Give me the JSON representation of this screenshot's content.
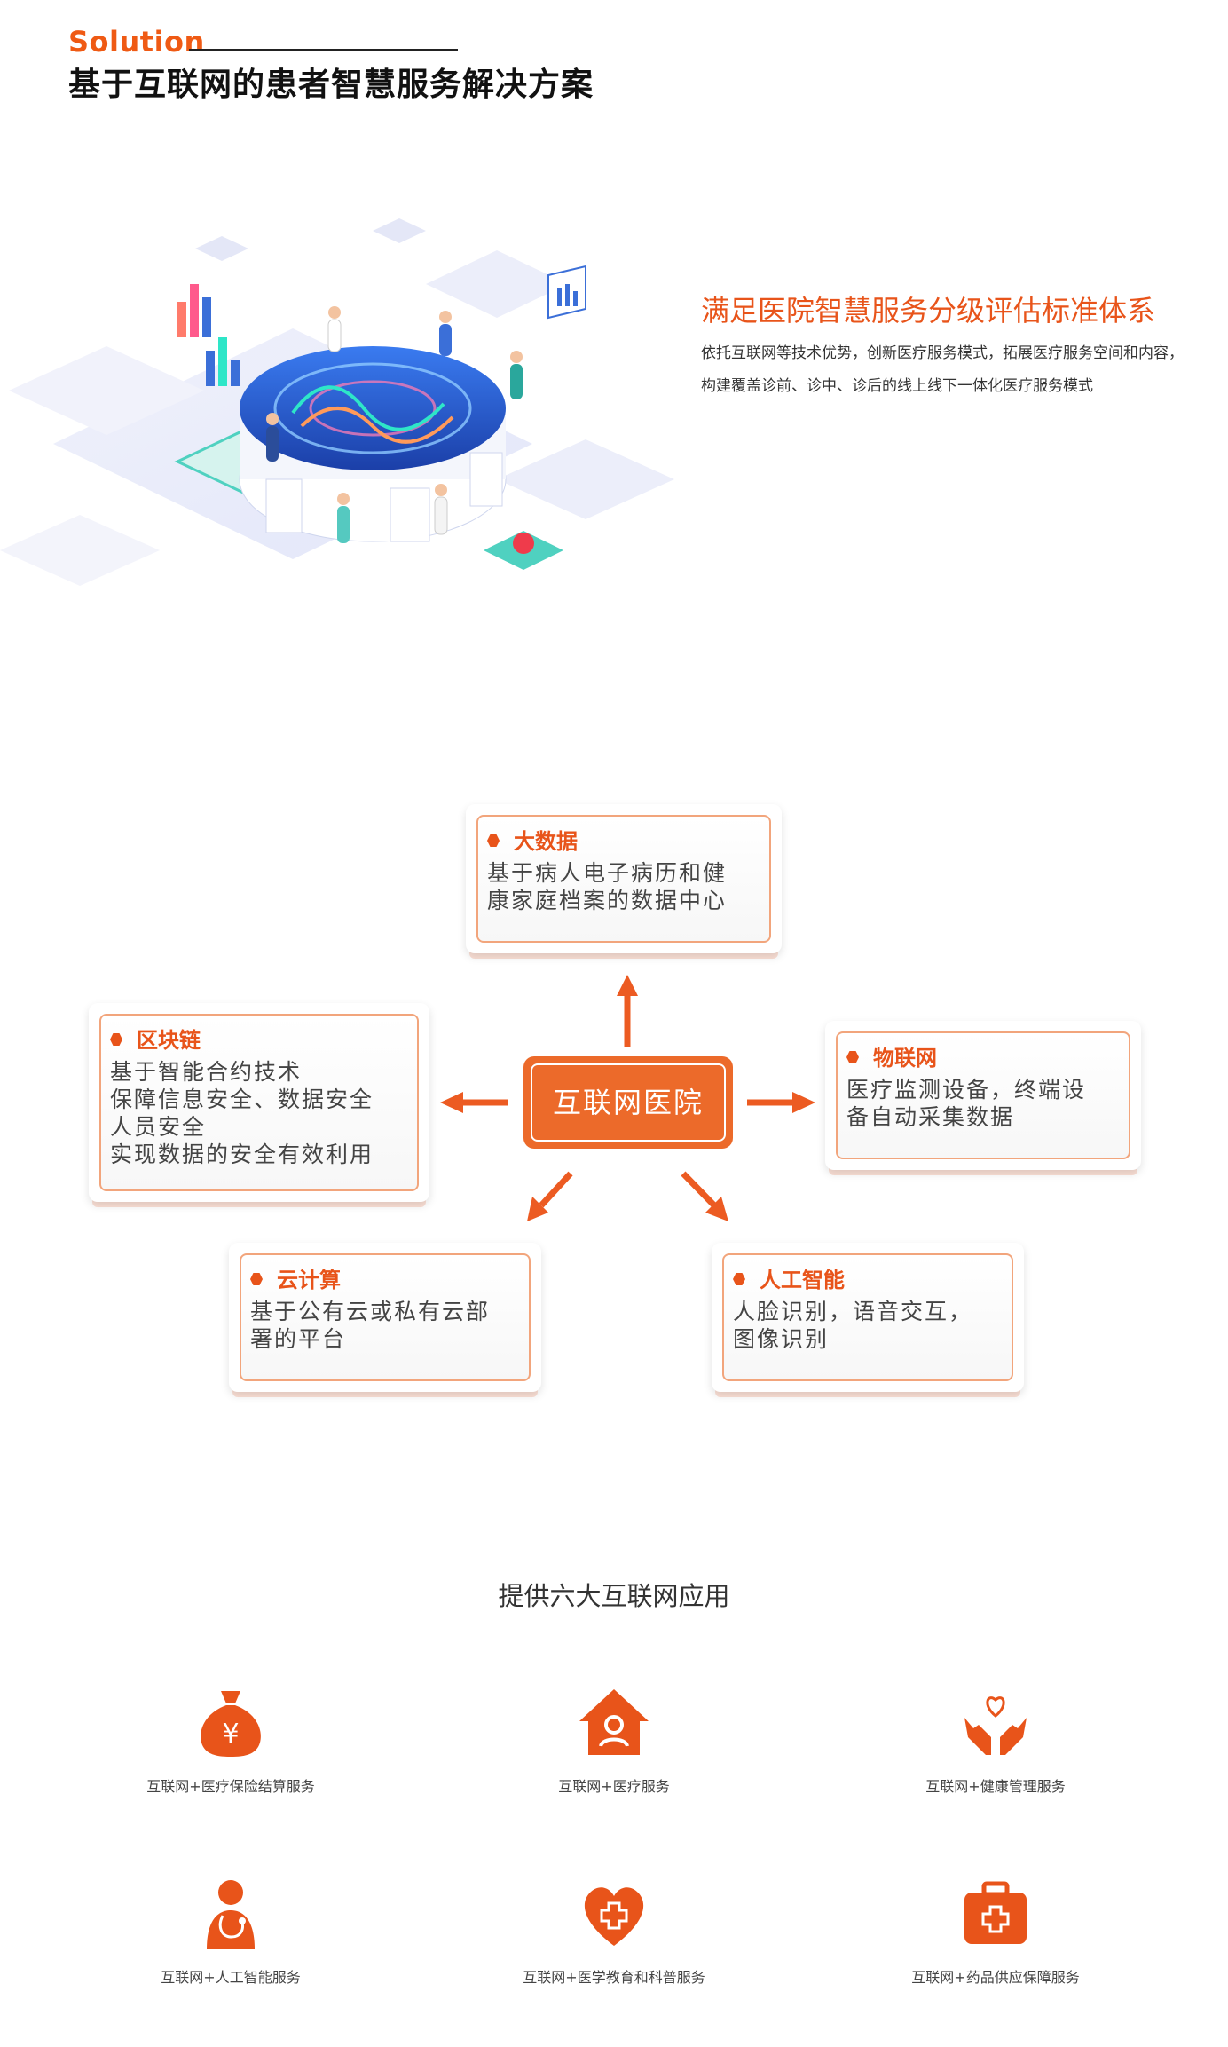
{
  "header": {
    "solution_label": "Solution",
    "title": "基于互联网的患者智慧服务解决方案"
  },
  "intro": {
    "title": "满足医院智慧服务分级评估标准体系",
    "line1": "依托互联网等技术优势，创新医疗服务模式，拓展医疗服务空间和内容，",
    "line2": "构建覆盖诊前、诊中、诊后的线上线下一体化医疗服务模式"
  },
  "diagram": {
    "center": "互联网医院",
    "nodes": {
      "bigdata": {
        "title": "大数据",
        "line1": "基于病人电子病历和健",
        "line2": "康家庭档案的数据中心"
      },
      "blockchain": {
        "title": "区块链",
        "line1": "基于智能合约技术",
        "line2": "保障信息安全、数据安全",
        "line3": "人员安全",
        "line4": "实现数据的安全有效利用"
      },
      "iot": {
        "title": "物联网",
        "line1": "医疗监测设备，终端设",
        "line2": "备自动采集数据"
      },
      "cloud": {
        "title": "云计算",
        "line1": "基于公有云或私有云部",
        "line2": "署的平台"
      },
      "ai": {
        "title": "人工智能",
        "line1": "人脸识别，语音交互，",
        "line2": "图像识别"
      }
    }
  },
  "apps": {
    "title": "提供六大互联网应用",
    "items": [
      {
        "label": "互联网+医疗保险结算服务",
        "icon": "money-bag-icon"
      },
      {
        "label": "互联网+医疗服务",
        "icon": "home-doctor-icon"
      },
      {
        "label": "互联网+健康管理服务",
        "icon": "heart-hands-icon"
      },
      {
        "label": "互联网+人工智能服务",
        "icon": "doctor-stethoscope-icon"
      },
      {
        "label": "互联网+医学教育和科普服务",
        "icon": "heart-cross-icon"
      },
      {
        "label": "互联网+药品供应保障服务",
        "icon": "medical-kit-icon"
      }
    ]
  },
  "colors": {
    "accent": "#e8541a",
    "accent_light": "#f2a57c"
  }
}
